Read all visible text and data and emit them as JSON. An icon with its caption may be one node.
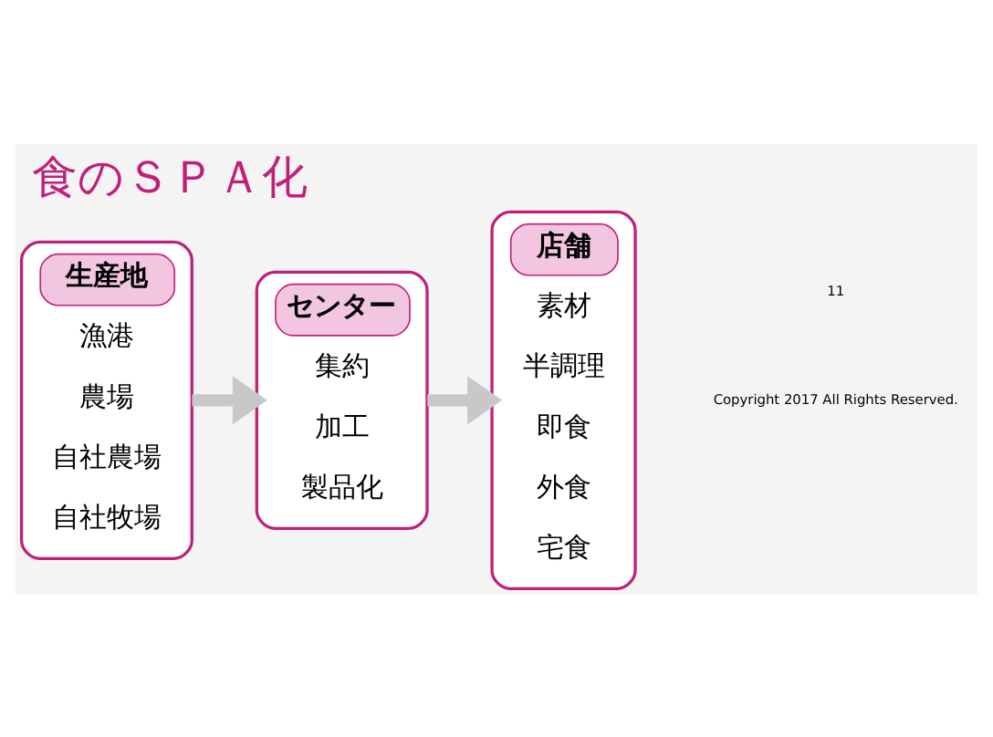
{
  "diagram": {
    "title": "食のＳＰＡ化",
    "nodes": [
      {
        "text": [
          "生産地",
          "漁港",
          "農場",
          "自社農場",
          "自社牧場"
        ]
      },
      {
        "text": [
          "センター",
          "集約",
          "加工",
          "製品化"
        ]
      },
      {
        "text": [
          "店舗",
          "素材",
          "半調理",
          "即食",
          "外食",
          "宅食"
        ]
      }
    ],
    "edges": [
      {
        "from": 0,
        "to": 1,
        "arrow": "to"
      },
      {
        "from": 1,
        "to": 2,
        "arrow": "to"
      }
    ],
    "labels": [
      "Copyright 2017 All Rights Reserved.",
      "11"
    ]
  }
}
